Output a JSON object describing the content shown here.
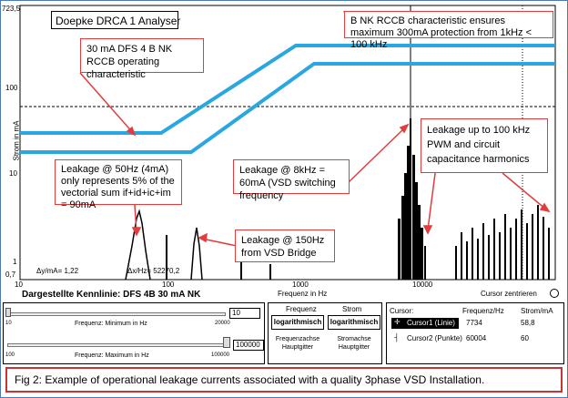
{
  "window": {
    "title": "Doepke DRCA 1 Analyser"
  },
  "axes": {
    "y_label": "Strom in mA",
    "x_label": "Frequenz in Hz",
    "y_ticks": [
      "723,5",
      "100",
      "10",
      "1",
      "0,7"
    ],
    "x_ticks": [
      "10",
      "100",
      "1000",
      "10000"
    ]
  },
  "plot": {
    "delta_y": "Δy/mA= 1,22",
    "delta_x": "Δx/Hz= 52270,2",
    "cursor_center_label": "Cursor zentrieren",
    "curve_label": "Dargestellte Kennlinie: DFS 4B 30 mA NK"
  },
  "callouts": {
    "rccb_characteristic": "30 mA DFS 4 B NK RCCB operating characteristic",
    "max_protection": "B NK RCCB characteristic ensures maximum 300mA protection from 1kHz < 100 kHz",
    "leakage_50hz": "Leakage @ 50Hz (4mA) only represents 5% of the vectorial sum if+id+ic+im = 90mA",
    "leakage_8khz": "Leakage @ 8kHz = 60mA (VSD switching frequency",
    "leakage_100khz": "Leakage up to 100 kHz PWM and circuit capacitance harmonics",
    "leakage_150hz": "Leakage @ 150Hz from VSD Bridge"
  },
  "controls": {
    "freq_min": {
      "label": "Frequenz: Minimum in Hz",
      "min": "10",
      "max": "20000",
      "value": "10"
    },
    "freq_max": {
      "label": "Frequenz: Maximum in Hz",
      "min": "100",
      "max": "100000",
      "value": "100000"
    },
    "freq_header": "Frequenz",
    "strom_header": "Strom",
    "freq_scale_btn": "logarithmisch",
    "strom_scale_btn": "logarithmisch",
    "freq_axis_label": "Frequenzachse Hauptgitter",
    "strom_axis_label": "Stromachse Hauptgitter"
  },
  "cursor_table": {
    "headers": [
      "Cursor:",
      "Frequenz/Hz",
      "Strom/mA"
    ],
    "rows": [
      {
        "name": "Cursor1 (Linie)",
        "freq": "7734",
        "strom": "58,8"
      },
      {
        "name": "Cursor2 (Punkte)",
        "freq": "60004",
        "strom": "60"
      }
    ]
  },
  "caption": "Fig 2:  Example of operational leakage currents associated with a quality 3phase VSD Installation.",
  "colors": {
    "curve": "#2aa7e0",
    "callout_border": "#e23c3c",
    "caption_border": "#c93434"
  }
}
